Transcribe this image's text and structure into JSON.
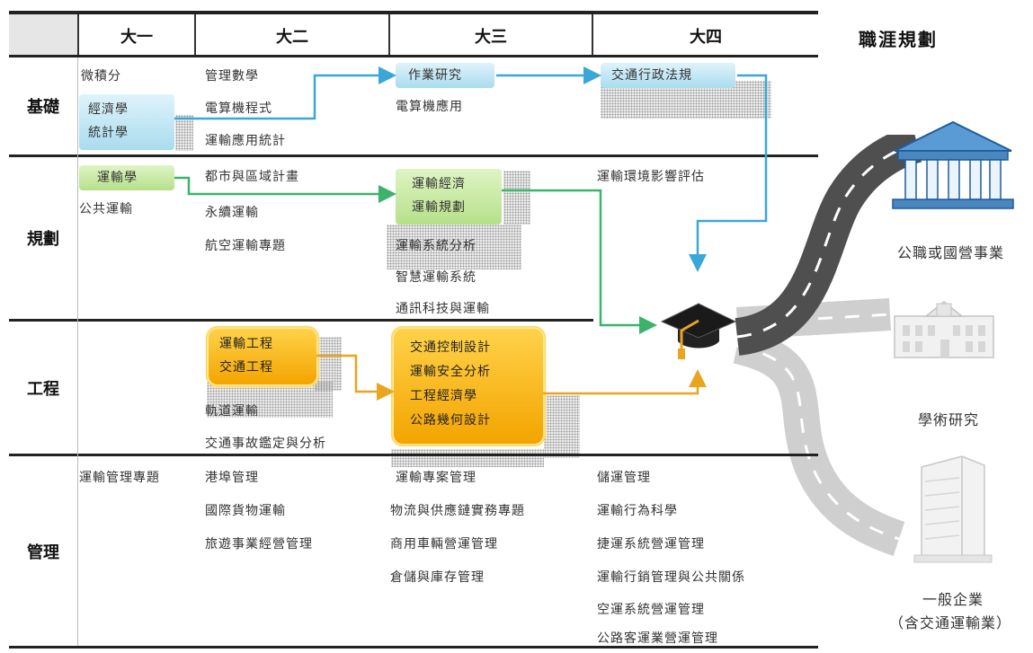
{
  "header": {
    "columns": [
      "大一",
      "大二",
      "大三",
      "大四"
    ],
    "career_title": "職涯規劃"
  },
  "categories": [
    "基礎",
    "規劃",
    "工程",
    "管理"
  ],
  "foundation": {
    "y1_calculus": "微積分",
    "y1_box": [
      "經濟學",
      "統計學"
    ],
    "y2": [
      "管理數學",
      "電算機程式",
      "運輸應用統計"
    ],
    "y3_box": "作業研究",
    "y3": [
      "電算機應用"
    ],
    "y4_box": "交通行政法規"
  },
  "planning": {
    "y1_box": "運輸學",
    "y1": [
      "公共運輸"
    ],
    "y2": [
      "都市與區域計畫",
      "永續運輸",
      "航空運輸專題"
    ],
    "y3_box": [
      "運輸經濟",
      "運輸規劃"
    ],
    "y3": [
      "運輸系統分析",
      "智慧運輸系統",
      "通訊科技與運輸"
    ],
    "y4": [
      "運輸環境影響評估"
    ]
  },
  "engineering": {
    "y2_box": [
      "運輸工程",
      "交通工程"
    ],
    "y2": [
      "軌道運輸",
      "交通事故鑑定與分析"
    ],
    "y3_box": [
      "交通控制設計",
      "運輸安全分析",
      "工程經濟學",
      "公路幾何設計"
    ]
  },
  "management": {
    "y1": [
      "運輸管理專題"
    ],
    "y2": [
      "港埠管理",
      "國際貨物運輸",
      "旅遊事業經營管理"
    ],
    "y3": [
      "運輸專案管理",
      "物流與供應鏈實務專題",
      "商用車輛營運管理",
      "倉儲與庫存管理"
    ],
    "y4": [
      "儲運管理",
      "運輸行為科學",
      "捷運系統營運管理",
      "運輸行銷管理與公共關係",
      "空運系統營運管理",
      "公路客運業營運管理"
    ]
  },
  "careers": {
    "public": "公職或國營事業",
    "academic": "學術研究",
    "enterprise": "一般企業",
    "enterprise_note": "（含交通運輸業）"
  },
  "icons": [
    "graduation-cap-icon",
    "government-building-icon",
    "university-building-icon",
    "office-tower-icon"
  ],
  "colors": {
    "blue_arrow": "#3aa7d8",
    "green_arrow": "#3bb36a",
    "gold_arrow": "#e9a51e",
    "road": "#555555",
    "gold_box": "#f7b500"
  }
}
